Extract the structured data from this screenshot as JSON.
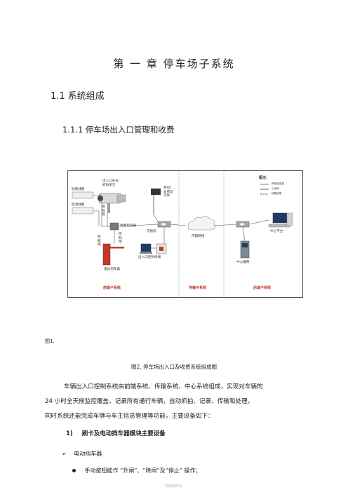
{
  "chapter_title": "第 一 章  停车场子系统",
  "section_title": "1.1 系统组成",
  "subsection_title": "1.1.1 停车场出入口管理和收费",
  "diagram": {
    "labels": {
      "anti_smash": "防砸线圈",
      "detect_coil": "检测线圈",
      "capture_unit": "出入口补光\n抓拍单元",
      "coil_detector": "线圈检测器",
      "video_line": "视\n频\n线",
      "control_line": "控\n制\n线",
      "anti_smash_line": "防\n砸\n线",
      "barrier": "电动挡车器",
      "info_display": "余位/\n收费显\n示屏",
      "switch": "交换机",
      "control_terminal": "出入口控制终端",
      "network": "传输网络",
      "center_platform": "中心平台",
      "center_payment": "中心缴费"
    },
    "legend": {
      "title": "图注:",
      "items": [
        "网络线连接",
        "以太网",
        "线路说明"
      ]
    },
    "sections": {
      "front": "前端子系统",
      "transmission": "传输子系统",
      "back": "后端子系统"
    },
    "colors": {
      "section_label": "#c0392b",
      "barrier": "#c0392b",
      "line": "#555555"
    }
  },
  "figure_label": "图1.",
  "caption": "图2. 停车场出入口及收费系统组成图",
  "paragraph": {
    "line1": "车辆出入口控制系统由前端系统、传输系统、中心系统组成，实现对车辆的",
    "line2": "24 小时全天候监控覆盖，记录所有通行车辆，自动抓拍、记录、传输和处理，",
    "line3": "同时系统还能完成车牌与车主信息管理等功能，主要设备如下："
  },
  "list": {
    "item1_number": "1)",
    "item1_text": "刷卡及电动挡车器模块主要设备",
    "item2_text": "电动挡车器",
    "item3_text": "手动按钮能作  “升闸”、“降闸”及“停止”  操作；"
  },
  "footer": "可编辑修改."
}
